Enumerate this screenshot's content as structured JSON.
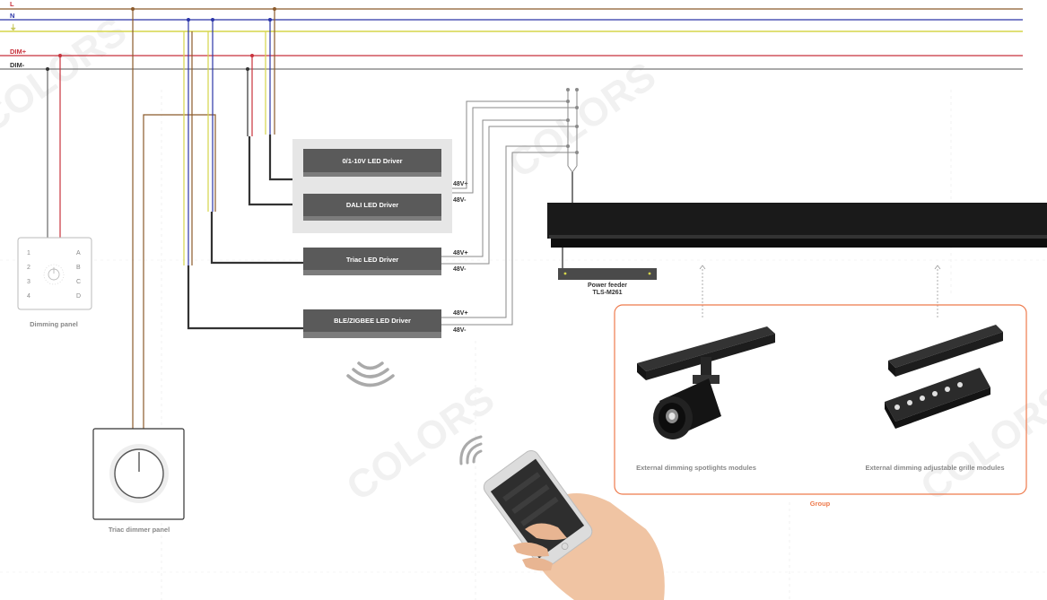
{
  "bus": {
    "l": "L",
    "n": "N",
    "pe": "⏚",
    "dim_plus": "DIM+",
    "dim_minus": "DIM-"
  },
  "drivers": {
    "v010": "0/1-10V LED Driver",
    "dali": "DALI LED Driver",
    "triac": "Triac LED Driver",
    "ble": "BLE/ZIGBEE LED Driver"
  },
  "outputs": {
    "plus": "48V+",
    "minus": "48V-"
  },
  "dimming_panel": {
    "caption": "Dimming panel",
    "row1_num": "1",
    "row1_letter": "A",
    "row2_num": "2",
    "row2_letter": "B",
    "row3_num": "3",
    "row3_letter": "C",
    "row4_num": "4",
    "row4_letter": "D"
  },
  "triac_panel": {
    "caption": "Triac dimmer panel"
  },
  "power_feeder": {
    "name": "Power feeder",
    "model": "TLS-M261"
  },
  "group": {
    "label": "Group",
    "spotlight_caption": "External dimming spotlights modules",
    "grille_caption": "External dimming adjustable grille modules"
  },
  "watermark": {
    "text": "COLORS"
  },
  "colors": {
    "l": "#8b5a2b",
    "n": "#2b35a8",
    "pe": "#d6d64a",
    "dim_plus": "#c8323c",
    "dim_minus": "#666666",
    "driver": "#5a5a5a",
    "group_border": "#ee7a4c"
  }
}
